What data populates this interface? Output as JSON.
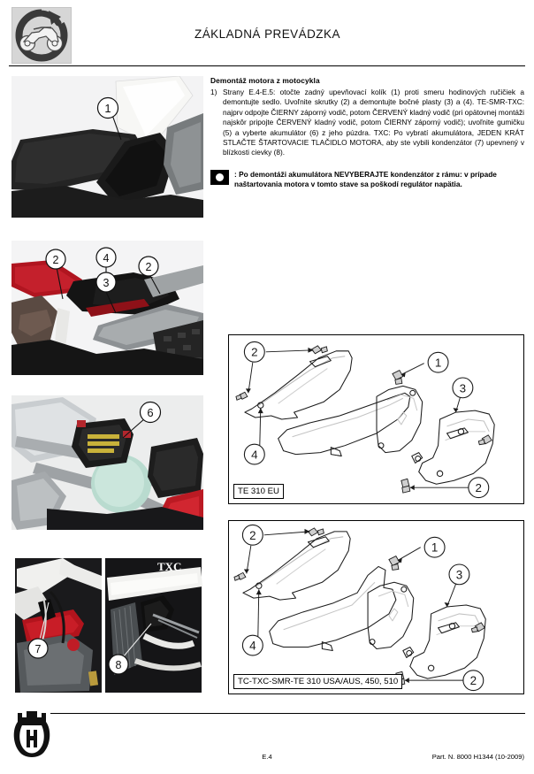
{
  "header": {
    "icon_name": "motorcycle-recycle-icon",
    "title": "ZÁKLADNÁ PREVÁDZKA"
  },
  "procedure": {
    "title": "Demontáž motora z motocykla",
    "steps": [
      {
        "number": "1)",
        "text": "Strany E.4-E.5: otočte zadný upevňovací kolík (1) proti smeru hodinových ručičiek a demontujte sedlo. Uvoľnite skrutky (2) a demontujte bočné plasty (3) a (4). TE-SMR-TXC: najprv odpojte ČIERNY záporný vodič, potom ČERVENÝ kladný vodič (pri opätovnej montáži najskôr pripojte ČERVENÝ kladný vodič, potom ČIERNY záporný vodič); uvoľnite gumičku (5) a vyberte akumulátor (6) z jeho púzdra. TXC: Po vybratí akumulátora, JEDEN KRÁT STLAČTE ŠTARTOVACIE TLAČIDLO MOTORA, aby ste vybili kondenzátor (7) upevnený v blízkosti cievky (8)."
      }
    ]
  },
  "warning": {
    "icon_name": "black-square-white-dot-icon",
    "line1": ": Po demontáži akumulátora NEVYBERAJTE kondenzátor z rámu:",
    "line2": "v prípade naštartovania motora v tomto stave sa poškodí regulátor",
    "line3": "napätia."
  },
  "photos": [
    {
      "name": "photo-seat-pin",
      "callouts": [
        "1"
      ]
    },
    {
      "name": "photo-side-panel-screws",
      "callouts": [
        "2",
        "4",
        "3",
        "2"
      ]
    },
    {
      "name": "photo-battery-airbox",
      "callouts": [
        "6"
      ]
    },
    {
      "name": "photo-capacitor-coil",
      "callouts": [
        "7",
        "8"
      ],
      "badge": "TXC"
    }
  ],
  "diagrams": [
    {
      "name": "diagram-te310-eu",
      "label": "TE 310 EU",
      "callouts": [
        "2",
        "1",
        "3",
        "4",
        "2"
      ]
    },
    {
      "name": "diagram-tc-txc-smr",
      "label": "TC-TXC-SMR-TE 310 USA/AUS, 450, 510",
      "callouts": [
        "2",
        "1",
        "3",
        "4",
        "2"
      ]
    }
  ],
  "footer": {
    "logo_name": "husqvarna-logo",
    "page": "E.4",
    "part_number": "Part. N. 8000 H1344 (10-2009)"
  },
  "colors": {
    "ink": "#000000",
    "header_icon_bg": "#d6d6d6",
    "paper": "#ffffff"
  }
}
